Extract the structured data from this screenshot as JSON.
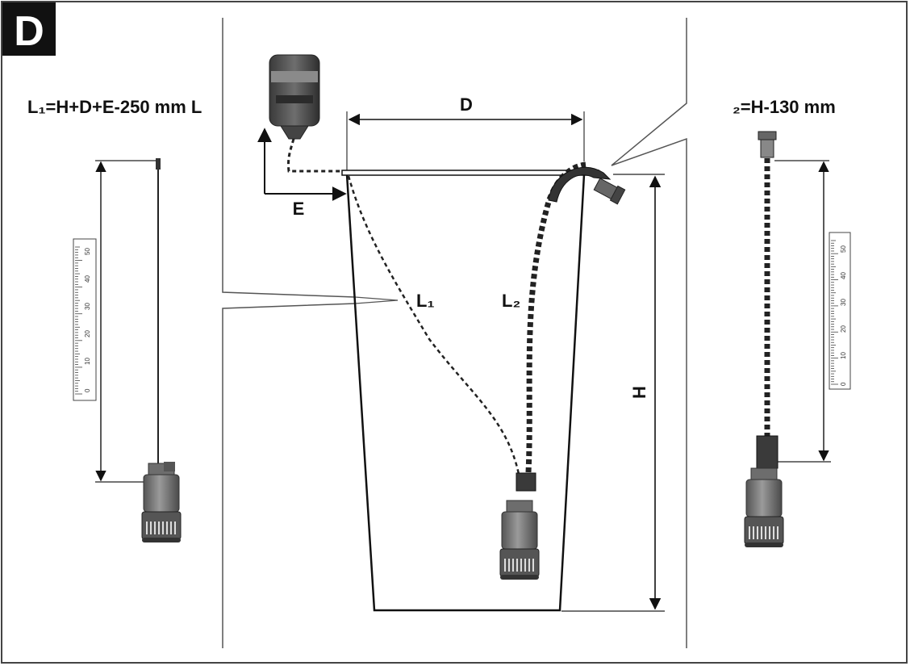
{
  "badge": "D",
  "formula_left": "L₁=H+D+E-250 mm L",
  "formula_right": "₂=H-130 mm",
  "labels": {
    "d": "D",
    "e": "E",
    "h": "H",
    "l1": "L₁",
    "l2": "L₂"
  },
  "scale_left": [
    "0",
    "10",
    "20",
    "30",
    "40",
    "50"
  ],
  "scale_right": [
    "0",
    "10",
    "20",
    "30",
    "40",
    "50"
  ]
}
